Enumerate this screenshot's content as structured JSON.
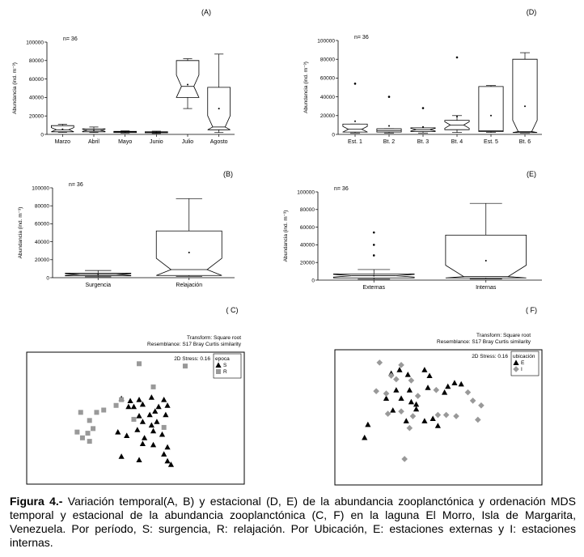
{
  "figure": {
    "caption_label": "Figura 4.-",
    "caption_text": " Variación temporal(A, B) y estacional (D, E) de la abundancia zooplanctónica y ordenación MDS temporal y estacional de la abundancia zooplanctónica (C, F) en la laguna El Morro, Isla de Margarita, Venezuela. Por período, S: surgencia, R: relajación. Por Ubicación, E: estaciones externas y I: estaciones internas."
  },
  "chart_data": [
    {
      "id": "A",
      "panel_label": "(A)",
      "type": "boxplot",
      "annotation": "n= 36",
      "ylabel": "Abundancia (ind. m⁻³)",
      "ylim": [
        0,
        100000
      ],
      "yticks": [
        0,
        20000,
        40000,
        60000,
        80000,
        100000
      ],
      "categories": [
        "Marzo",
        "Abril",
        "Mayo",
        "Junio",
        "Julio",
        "Agosto"
      ],
      "boxes": [
        {
          "whisker_low": 2200,
          "q1": 2800,
          "median": 5000,
          "q3": 9500,
          "whisker_high": 11000,
          "mean": 5500,
          "notched": true
        },
        {
          "whisker_low": 2000,
          "q1": 2800,
          "median": 4500,
          "q3": 6000,
          "whisker_high": 8000,
          "mean": 4500,
          "notched": true
        },
        {
          "whisker_low": 1500,
          "q1": 2000,
          "median": 2700,
          "q3": 3300,
          "whisker_high": 3800,
          "mean": 2700,
          "notched": false
        },
        {
          "whisker_low": 1000,
          "q1": 1800,
          "median": 2200,
          "q3": 2800,
          "whisker_high": 3500,
          "mean": 2200,
          "notched": false
        },
        {
          "whisker_low": 28000,
          "q1": 40000,
          "median": 52000,
          "q3": 80000,
          "whisker_high": 82000,
          "mean": 54000,
          "notched": true
        },
        {
          "whisker_low": 2000,
          "q1": 5000,
          "median": 8000,
          "q3": 51000,
          "whisker_high": 87000,
          "mean": 28000,
          "notched": true
        }
      ]
    },
    {
      "id": "D",
      "panel_label": "(D)",
      "type": "boxplot",
      "annotation": "n= 36",
      "ylabel": "Abundancia (ind. m⁻³)",
      "ylim": [
        0,
        100000
      ],
      "yticks": [
        0,
        20000,
        40000,
        60000,
        80000,
        100000
      ],
      "categories": [
        "Est. 1",
        "Bt. 2",
        "Bt. 3",
        "Bt. 4",
        "Est. 5",
        "Bt. 6"
      ],
      "boxes": [
        {
          "whisker_low": 1500,
          "q1": 2500,
          "median": 5500,
          "q3": 11000,
          "whisker_high": 11000,
          "mean": 14000,
          "outliers": [
            54000
          ],
          "notched": true
        },
        {
          "whisker_low": 1500,
          "q1": 2500,
          "median": 4000,
          "q3": 6000,
          "whisker_high": 6000,
          "mean": 9000,
          "outliers": [
            40000
          ],
          "notched": false
        },
        {
          "whisker_low": 1500,
          "q1": 3000,
          "median": 5000,
          "q3": 7000,
          "whisker_high": 7000,
          "mean": 8000,
          "outliers": [
            28000
          ],
          "notched": true
        },
        {
          "whisker_low": 2000,
          "q1": 5000,
          "median": 10000,
          "q3": 15000,
          "whisker_high": 20000,
          "mean": 19000,
          "outliers": [
            82000
          ],
          "notched": true
        },
        {
          "whisker_low": 2000,
          "q1": 3000,
          "median": 4000,
          "q3": 51000,
          "whisker_high": 52000,
          "mean": 20000,
          "notched": false
        },
        {
          "whisker_low": 1500,
          "q1": 2000,
          "median": 3000,
          "q3": 80000,
          "whisker_high": 87000,
          "mean": 30000,
          "notched": true
        }
      ]
    },
    {
      "id": "B",
      "panel_label": "(B)",
      "type": "boxplot",
      "annotation": "n= 36",
      "ylabel": "Abundancia (ind. m⁻³)",
      "ylim": [
        0,
        100000
      ],
      "yticks": [
        0,
        20000,
        40000,
        60000,
        80000,
        100000
      ],
      "categories": [
        "Surgencia",
        "Relajación"
      ],
      "boxes": [
        {
          "whisker_low": 1000,
          "q1": 2000,
          "median": 3500,
          "q3": 5000,
          "whisker_high": 8000,
          "mean": 3500,
          "notched": true
        },
        {
          "whisker_low": 1500,
          "q1": 2500,
          "median": 9000,
          "q3": 52000,
          "whisker_high": 88000,
          "mean": 28000,
          "notched": true
        }
      ]
    },
    {
      "id": "E",
      "panel_label": "(E)",
      "type": "boxplot",
      "annotation": "n= 36",
      "ylabel": "Abundancia (ind. m⁻³)",
      "ylim": [
        0,
        100000
      ],
      "yticks": [
        0,
        20000,
        40000,
        60000,
        80000,
        100000
      ],
      "categories": [
        "Externas",
        "Internas"
      ],
      "boxes": [
        {
          "whisker_low": 1000,
          "q1": 2500,
          "median": 5000,
          "q3": 7000,
          "whisker_high": 12000,
          "mean": 5000,
          "outliers": [
            28000,
            40000,
            54000
          ],
          "notched": true
        },
        {
          "whisker_low": 1500,
          "q1": 2500,
          "median": 4000,
          "q3": 51000,
          "whisker_high": 87000,
          "mean": 22000,
          "notched": true
        }
      ]
    },
    {
      "id": "C",
      "panel_label": "( C)",
      "type": "scatter",
      "transform": "Transform: Square root",
      "resemblance": "Resemblance: S17 Bray Curtis similarity",
      "stress": "2D Stress: 0.16",
      "legend_title": "epoca",
      "legend_position": "top-right",
      "series": [
        {
          "name": "S",
          "marker": "triangle",
          "color": "#000000",
          "points": [
            [
              0.48,
              0.33
            ],
            [
              0.53,
              0.35
            ],
            [
              0.58,
              0.34
            ],
            [
              0.65,
              0.32
            ],
            [
              0.72,
              0.34
            ],
            [
              0.6,
              0.38
            ],
            [
              0.52,
              0.4
            ],
            [
              0.55,
              0.4
            ],
            [
              0.69,
              0.4
            ],
            [
              0.74,
              0.39
            ],
            [
              0.67,
              0.44
            ],
            [
              0.73,
              0.47
            ],
            [
              0.58,
              0.48
            ],
            [
              0.64,
              0.47
            ],
            [
              0.6,
              0.53
            ],
            [
              0.68,
              0.53
            ],
            [
              0.65,
              0.56
            ],
            [
              0.57,
              0.6
            ],
            [
              0.66,
              0.61
            ],
            [
              0.46,
              0.62
            ],
            [
              0.51,
              0.65
            ],
            [
              0.71,
              0.64
            ],
            [
              0.61,
              0.67
            ],
            [
              0.6,
              0.72
            ],
            [
              0.74,
              0.75
            ],
            [
              0.66,
              0.73
            ],
            [
              0.48,
              0.83
            ],
            [
              0.72,
              0.81
            ],
            [
              0.58,
              0.86
            ],
            [
              0.76,
              0.9
            ],
            [
              0.74,
              0.87
            ]
          ]
        },
        {
          "name": "R",
          "marker": "square",
          "color": "#999999",
          "points": [
            [
              0.58,
              0.03
            ],
            [
              0.84,
              0.05
            ],
            [
              0.66,
              0.23
            ],
            [
              0.48,
              0.34
            ],
            [
              0.45,
              0.39
            ],
            [
              0.38,
              0.43
            ],
            [
              0.25,
              0.45
            ],
            [
              0.34,
              0.45
            ],
            [
              0.55,
              0.51
            ],
            [
              0.3,
              0.52
            ],
            [
              0.72,
              0.58
            ],
            [
              0.32,
              0.59
            ],
            [
              0.23,
              0.62
            ],
            [
              0.29,
              0.63
            ],
            [
              0.26,
              0.67
            ],
            [
              0.3,
              0.7
            ]
          ]
        }
      ]
    },
    {
      "id": "F",
      "panel_label": "( F)",
      "type": "scatter",
      "transform": "Transform: Square root",
      "resemblance": "Resemblance: S17 Bray Curtis similarity",
      "stress": "2D Stress: 0.16",
      "legend_title": "ubicación",
      "legend_position": "top-right",
      "series": [
        {
          "name": "E",
          "marker": "triangle",
          "color": "#000000",
          "points": [
            [
              0.33,
              0.1
            ],
            [
              0.48,
              0.1
            ],
            [
              0.28,
              0.13
            ],
            [
              0.38,
              0.14
            ],
            [
              0.51,
              0.15
            ],
            [
              0.66,
              0.21
            ],
            [
              0.62,
              0.24
            ],
            [
              0.7,
              0.22
            ],
            [
              0.31,
              0.27
            ],
            [
              0.39,
              0.27
            ],
            [
              0.5,
              0.25
            ],
            [
              0.6,
              0.29
            ],
            [
              0.25,
              0.34
            ],
            [
              0.34,
              0.34
            ],
            [
              0.4,
              0.37
            ],
            [
              0.43,
              0.39
            ],
            [
              0.29,
              0.44
            ],
            [
              0.43,
              0.43
            ],
            [
              0.37,
              0.53
            ],
            [
              0.12,
              0.67
            ],
            [
              0.48,
              0.53
            ],
            [
              0.53,
              0.51
            ],
            [
              0.56,
              0.57
            ],
            [
              0.14,
              0.56
            ]
          ]
        },
        {
          "name": "I",
          "marker": "diamond",
          "color": "#999999",
          "points": [
            [
              0.21,
              0.04
            ],
            [
              0.34,
              0.06
            ],
            [
              0.28,
              0.15
            ],
            [
              0.31,
              0.18
            ],
            [
              0.4,
              0.19
            ],
            [
              0.19,
              0.28
            ],
            [
              0.25,
              0.3
            ],
            [
              0.44,
              0.32
            ],
            [
              0.55,
              0.27
            ],
            [
              0.74,
              0.29
            ],
            [
              0.77,
              0.36
            ],
            [
              0.82,
              0.4
            ],
            [
              0.34,
              0.45
            ],
            [
              0.26,
              0.47
            ],
            [
              0.41,
              0.49
            ],
            [
              0.56,
              0.48
            ],
            [
              0.61,
              0.48
            ],
            [
              0.67,
              0.49
            ],
            [
              0.8,
              0.52
            ],
            [
              0.39,
              0.59
            ],
            [
              0.36,
              0.85
            ]
          ]
        }
      ]
    }
  ]
}
